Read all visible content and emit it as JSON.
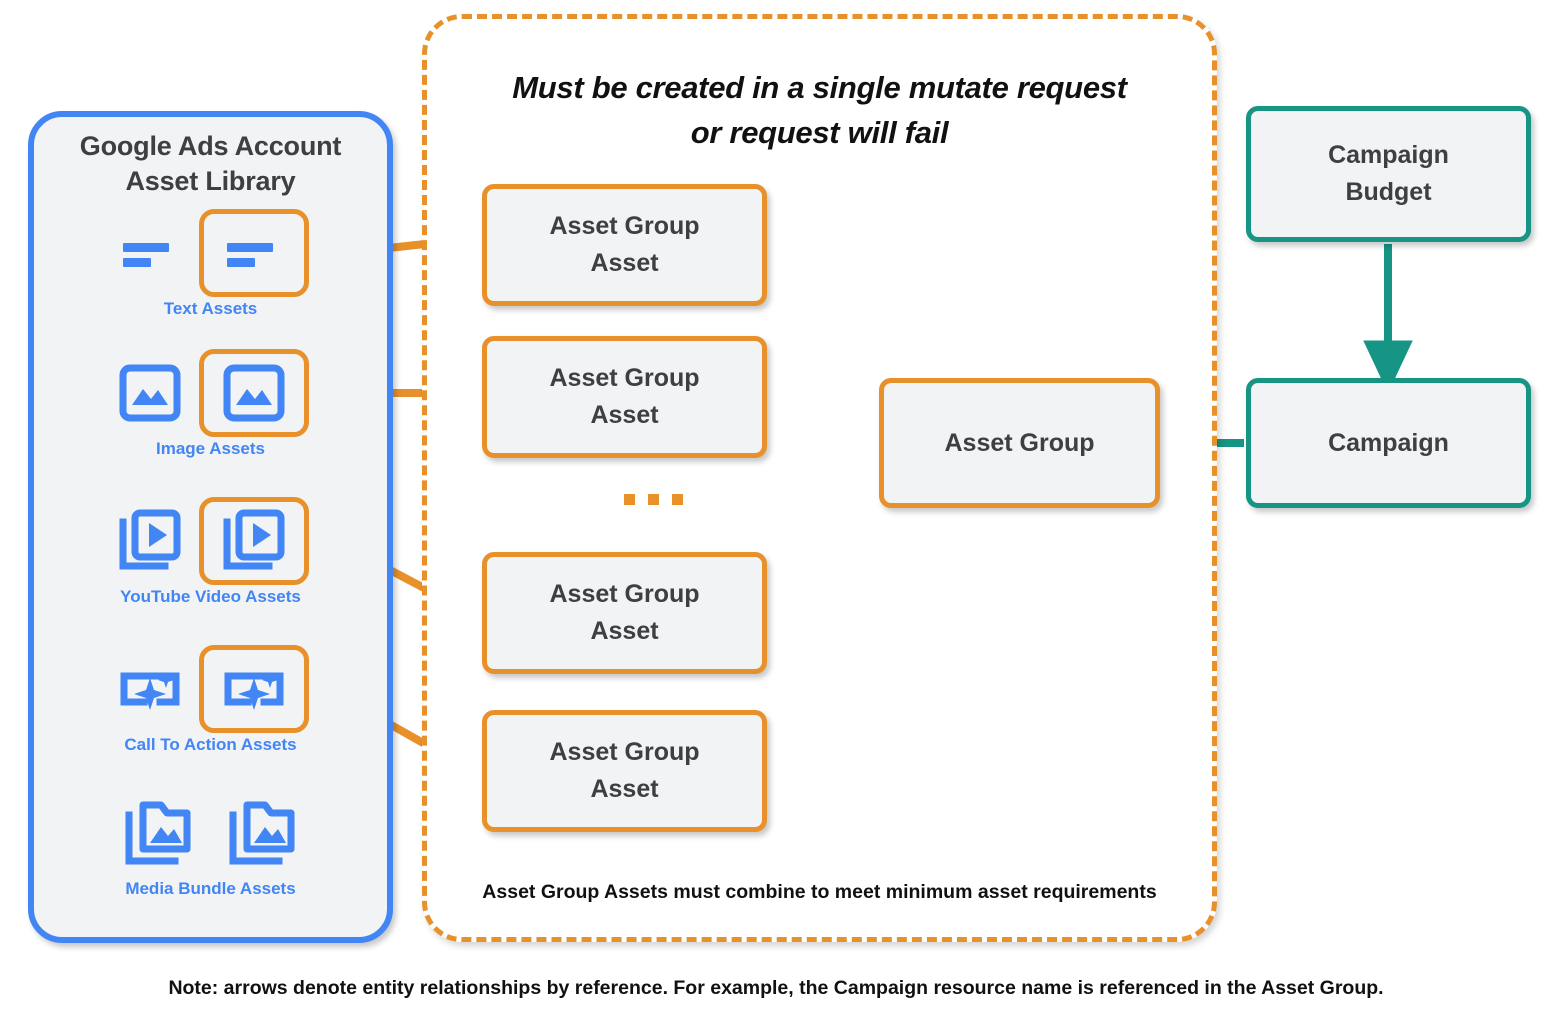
{
  "sidebar": {
    "title": "Google Ads Account\nAsset Library",
    "title_line1": "Google Ads Account",
    "title_line2": "Asset Library",
    "accent_color": "#4285f4",
    "highlight_color": "#e8912a",
    "assets": [
      {
        "label": "Text Assets",
        "icon": "text-lines-icon",
        "highlighted_index": 1,
        "count": 2
      },
      {
        "label": "Image Assets",
        "icon": "image-icon",
        "highlighted_index": 1,
        "count": 2
      },
      {
        "label": "YouTube Video  Assets",
        "icon": "video-stack-icon",
        "highlighted_index": 1,
        "count": 2
      },
      {
        "label": "Call To Action Assets",
        "icon": "call-to-action-sparkle-icon",
        "highlighted_index": 1,
        "count": 2
      },
      {
        "label": "Media Bundle  Assets",
        "icon": "media-bundle-folder-icon",
        "highlighted_index": -1,
        "count": 2
      }
    ]
  },
  "mutate_container": {
    "title_line1": "Must be created in a single mutate request",
    "title_line2": "or request will fail",
    "footer": "Asset Group Assets must combine to meet minimum asset requirements",
    "border_color": "#e8912a",
    "asset_group_assets": [
      {
        "line1": "Asset Group",
        "line2": "Asset"
      },
      {
        "line1": "Asset Group",
        "line2": "Asset"
      },
      {
        "line1": "Asset Group",
        "line2": "Asset"
      },
      {
        "line1": "Asset Group",
        "line2": "Asset"
      }
    ],
    "ellipsis": "..."
  },
  "nodes": {
    "asset_group": {
      "label": "Asset Group",
      "color": "#e8912a"
    },
    "campaign_budget": {
      "line1": "Campaign",
      "line2": "Budget",
      "color": "#169484"
    },
    "campaign": {
      "label": "Campaign",
      "color": "#169484"
    }
  },
  "footnote": "Note: arrows denote entity relationships by reference. For example, the Campaign resource name is referenced in the Asset Group.",
  "colors": {
    "orange": "#e8912a",
    "blue": "#4285f4",
    "teal": "#169484",
    "node_fill": "#f1f3f4",
    "text_dark": "#3c4043"
  }
}
